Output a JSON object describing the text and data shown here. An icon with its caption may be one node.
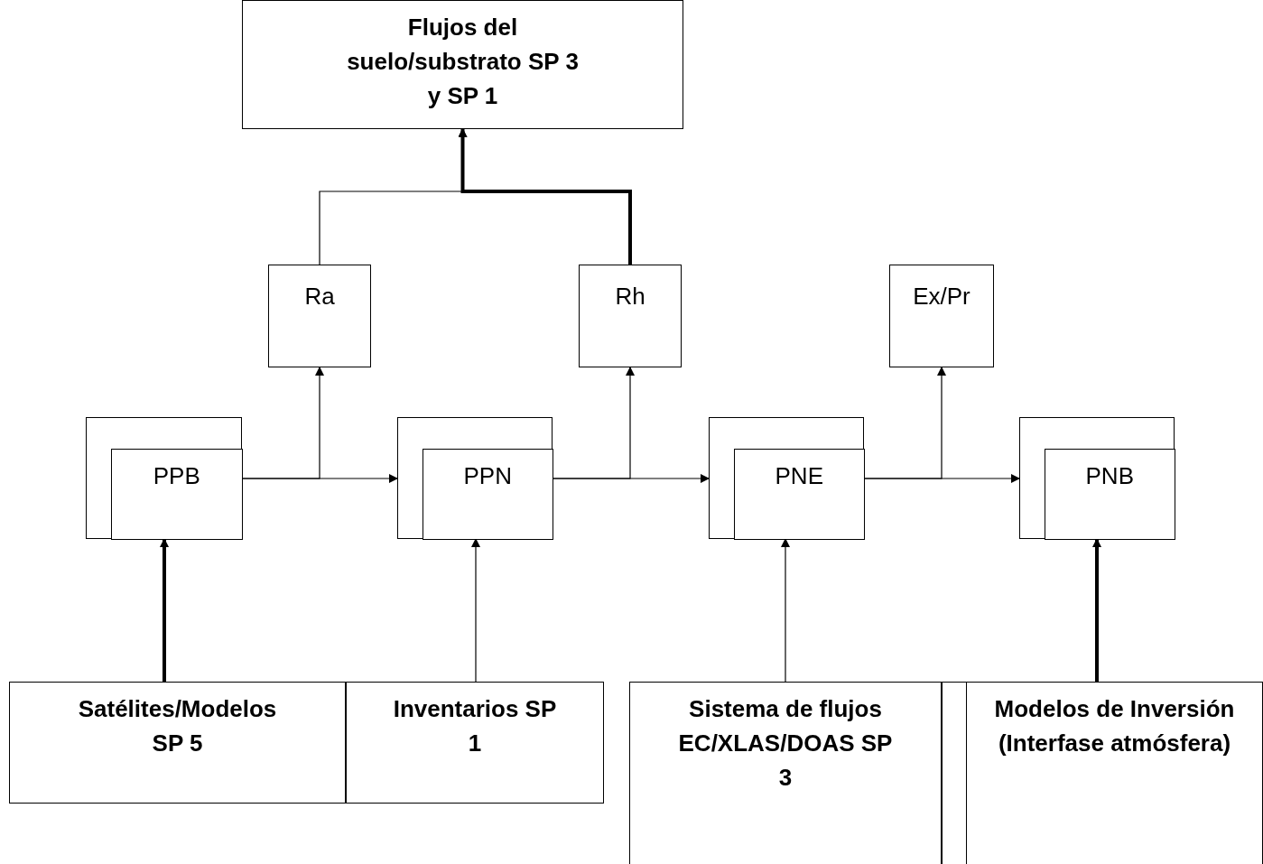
{
  "diagram": {
    "nodes": [
      {
        "text": [
          "Flujos del suelo/substrato SP 3 y SP 1"
        ]
      },
      {
        "text": [
          "Ra"
        ]
      },
      {
        "text": [
          "Rh"
        ]
      },
      {
        "text": [
          "Ex/Pr"
        ]
      },
      {
        "text": [
          "PPB"
        ]
      },
      {
        "text": [
          "PPN"
        ]
      },
      {
        "text": [
          "PNE"
        ]
      },
      {
        "text": [
          "PNB"
        ]
      },
      {
        "text": [
          "Satélites/Modelos SP 5"
        ]
      },
      {
        "text": [
          "Inventarios SP 1"
        ]
      },
      {
        "text": [
          "Sistema de flujos EC/XLAS/DOAS SP 3"
        ]
      },
      {
        "text": [
          "Modelos de Inversión (Interfase atmósfera)"
        ]
      }
    ],
    "edges": [
      {
        "from": 4,
        "to": 5,
        "arrow": "to"
      },
      {
        "from": 4,
        "to": 1,
        "arrow": "to"
      },
      {
        "from": 5,
        "to": 6,
        "arrow": "to"
      },
      {
        "from": 5,
        "to": 2,
        "arrow": "to"
      },
      {
        "from": 6,
        "to": 7,
        "arrow": "to"
      },
      {
        "from": 6,
        "to": 3,
        "arrow": "to"
      },
      {
        "from": 1,
        "to": 0,
        "arrow": "to"
      },
      {
        "from": 2,
        "to": 0,
        "arrow": "to",
        "style": "thick"
      },
      {
        "from": 8,
        "to": 4,
        "arrow": "to",
        "style": "thick"
      },
      {
        "from": 9,
        "to": 5,
        "arrow": "to"
      },
      {
        "from": 10,
        "to": 6,
        "arrow": "to"
      },
      {
        "from": 11,
        "to": 7,
        "arrow": "to",
        "style": "thick"
      }
    ]
  }
}
